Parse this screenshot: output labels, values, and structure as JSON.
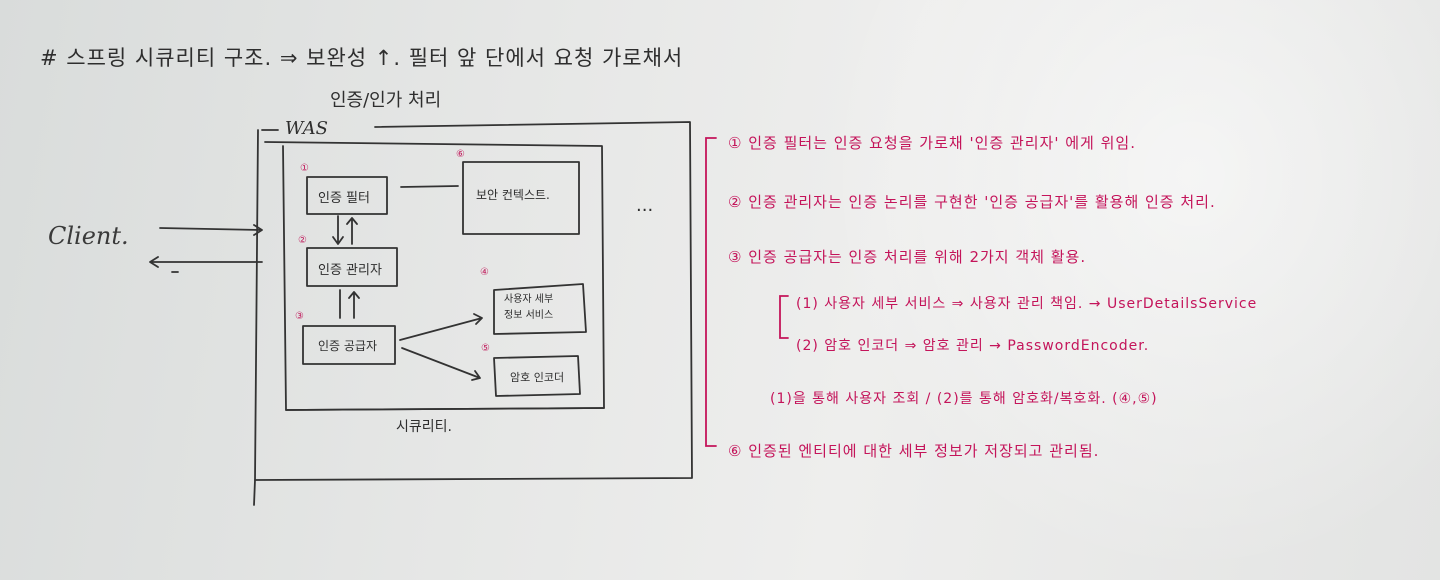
{
  "title": "# 스프링 시큐리티 구조. ⇒ 보완성 ↑. 필터 앞 단에서 요청 가로채서",
  "subtitle": "인증/인가 처리",
  "diagram": {
    "client": "Client.",
    "was_label": "WAS",
    "security_label": "시큐리티.",
    "ellipsis": "...",
    "boxes": [
      {
        "num": "①",
        "label": "인증 필터"
      },
      {
        "num": "⑥",
        "label": "보안 컨텍스트."
      },
      {
        "num": "②",
        "label": "인증 관리자"
      },
      {
        "num": "③",
        "label": "인증 공급자"
      },
      {
        "num": "④",
        "label": "사용자 세부\n정보 서비스"
      },
      {
        "num": "⑤",
        "label": "암호 인코더"
      }
    ]
  },
  "notes": [
    "① 인증 필터는 인증 요청을 가로채 '인증 관리자' 에게 위임.",
    "② 인증 관리자는 인증 논리를 구현한 '인증 공급자'를 활용해 인증 처리.",
    "③ 인증 공급자는 인증 처리를 위해 2가지 객체 활용.",
    "(1) 사용자 세부 서비스 ⇒ 사용자 관리 책임. → UserDetailsService",
    "(2) 암호 인코더 ⇒ 암호 관리 → PasswordEncoder.",
    "(1)을 통해 사용자 조회 / (2)를 통해 암호화/복호화. (④,⑤)",
    "⑥ 인증된 엔티티에 대한 세부 정보가 저장되고 관리됨."
  ],
  "colors": {
    "marker_black": "#2e2e2e",
    "marker_red": "#c4145a",
    "board": "#e6e7e6"
  }
}
